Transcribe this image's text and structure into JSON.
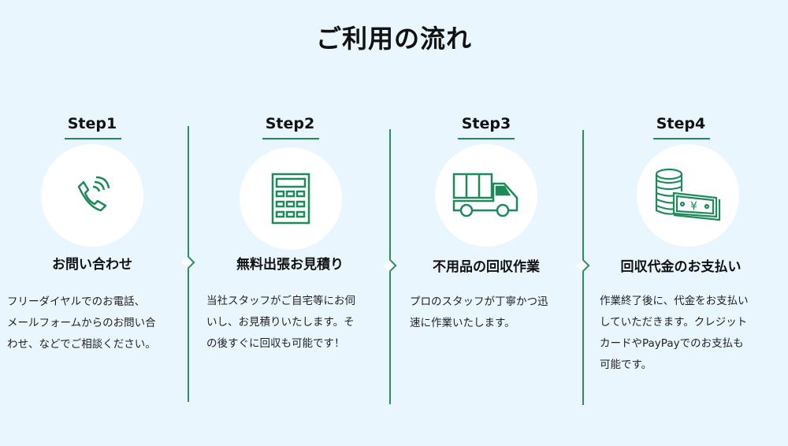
{
  "title": "ご利用の流れ",
  "colors": {
    "accent": "#1e8a5a",
    "background": "#eaf6fe"
  },
  "steps": [
    {
      "label": "Step1",
      "icon": "phone-icon",
      "heading": "お問い合わせ",
      "lines": [
        "フリーダイヤルでのお電話、",
        "メールフォームからのお問い合",
        "わせ、などでご相談ください。"
      ]
    },
    {
      "label": "Step2",
      "icon": "calculator-icon",
      "heading": "無料出張お見積り",
      "lines": [
        "当社スタッフがご自宅等にお伺",
        "いし、お見積りいたします。そ",
        "の後すぐに回収も可能です！"
      ]
    },
    {
      "label": "Step3",
      "icon": "truck-icon",
      "heading": "不用品の回収作業",
      "lines": [
        "プロのスタッフが丁寧かつ迅",
        "速に作業いたします。"
      ]
    },
    {
      "label": "Step4",
      "icon": "money-icon",
      "heading": "回収代金のお支払い",
      "lines": [
        "作業終了後に、代金をお支払い",
        "していただきます。クレジット",
        "カードやPayPayでのお支払も",
        "可能です。"
      ]
    }
  ]
}
